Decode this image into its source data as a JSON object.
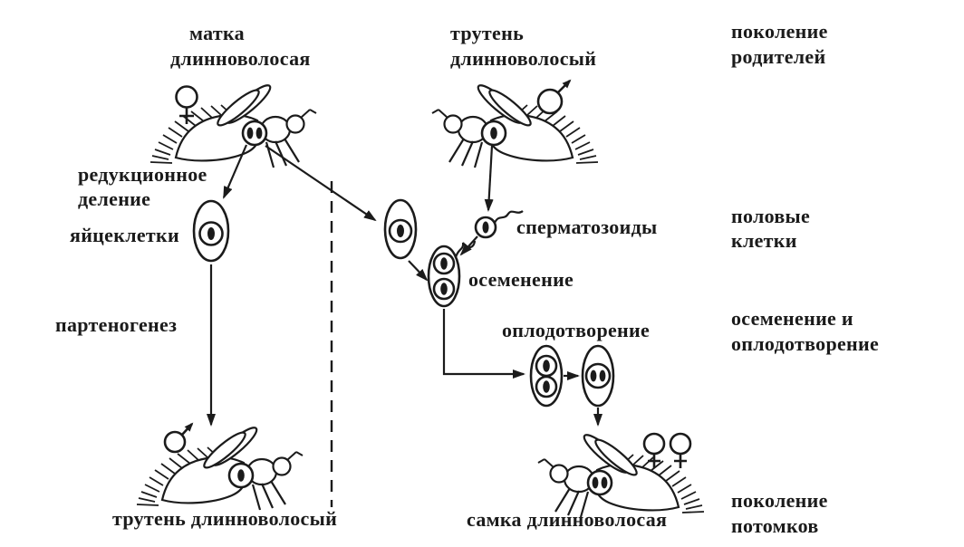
{
  "labels": {
    "queen_parent": [
      "матка",
      "длинноволосая"
    ],
    "drone_parent": [
      "трутень",
      "длинноволосый"
    ],
    "generation_parents": [
      "поколение",
      "родителей"
    ],
    "reduction_division": [
      "редукционное",
      "деление"
    ],
    "egg_cells": "яйцеклетки",
    "sex_cells": [
      "половые",
      "клетки"
    ],
    "spermatozoa": "сперматозоиды",
    "insemination": "осеменение",
    "insemination_and_fertilization": [
      "осеменение и",
      "оплодотворение"
    ],
    "fertilization": "оплодотворение",
    "parthenogenesis": "партеногенез",
    "drone_offspring": "трутень длинноволосый",
    "female_offspring": "самка длинноволосая",
    "generation_offspring": [
      "поколение",
      "потомков"
    ]
  },
  "symbols": {
    "female": "♀",
    "male": "♂"
  },
  "colors": {
    "ink": "#1b1b1b",
    "background": "#ffffff"
  }
}
